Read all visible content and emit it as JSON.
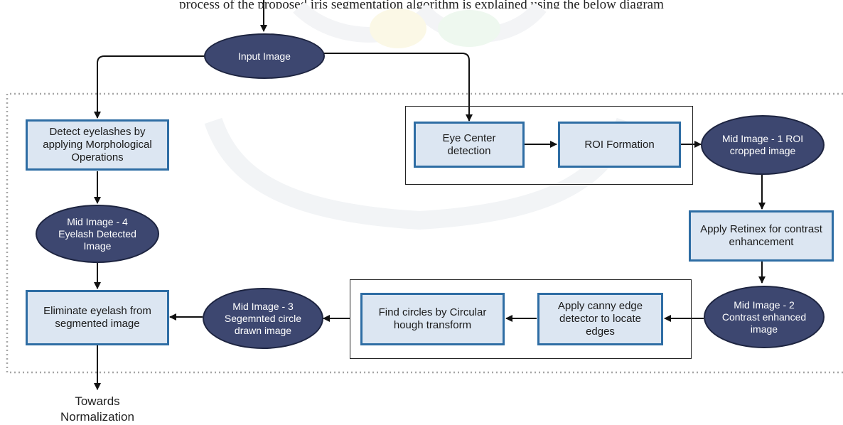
{
  "caption_fragment": "process of the proposed iris segmentation algorithm is explained using the below diagram",
  "nodes": {
    "input_image": "Input Image",
    "detect_eyelashes": "Detect eyelashes by applying Morphological Operations",
    "eye_center": "Eye Center detection",
    "roi_formation": "ROI Formation",
    "mid_image_1": "Mid Image - 1 ROI cropped image",
    "mid_image_4": "Mid Image - 4 Eyelash Detected Image",
    "apply_retinex": "Apply Retinex for contrast enhancement",
    "eliminate_eyelash": "Eliminate eyelash from segmented image",
    "mid_image_3": "Mid Image - 3 Segemnted circle drawn image",
    "find_circles": "Find circles by Circular hough transform",
    "apply_canny": "Apply canny edge detector to locate edges",
    "mid_image_2": "Mid Image - 2 Contrast enhanced image",
    "towards_normalization": "Towards\nNormalization"
  },
  "colors": {
    "box_fill": "#dce6f2",
    "box_border": "#2e6da4",
    "oval_fill": "#3d4770",
    "oval_text": "#ffffff",
    "arrow": "#111111",
    "dotted_boundary": "#a6a6a6"
  }
}
